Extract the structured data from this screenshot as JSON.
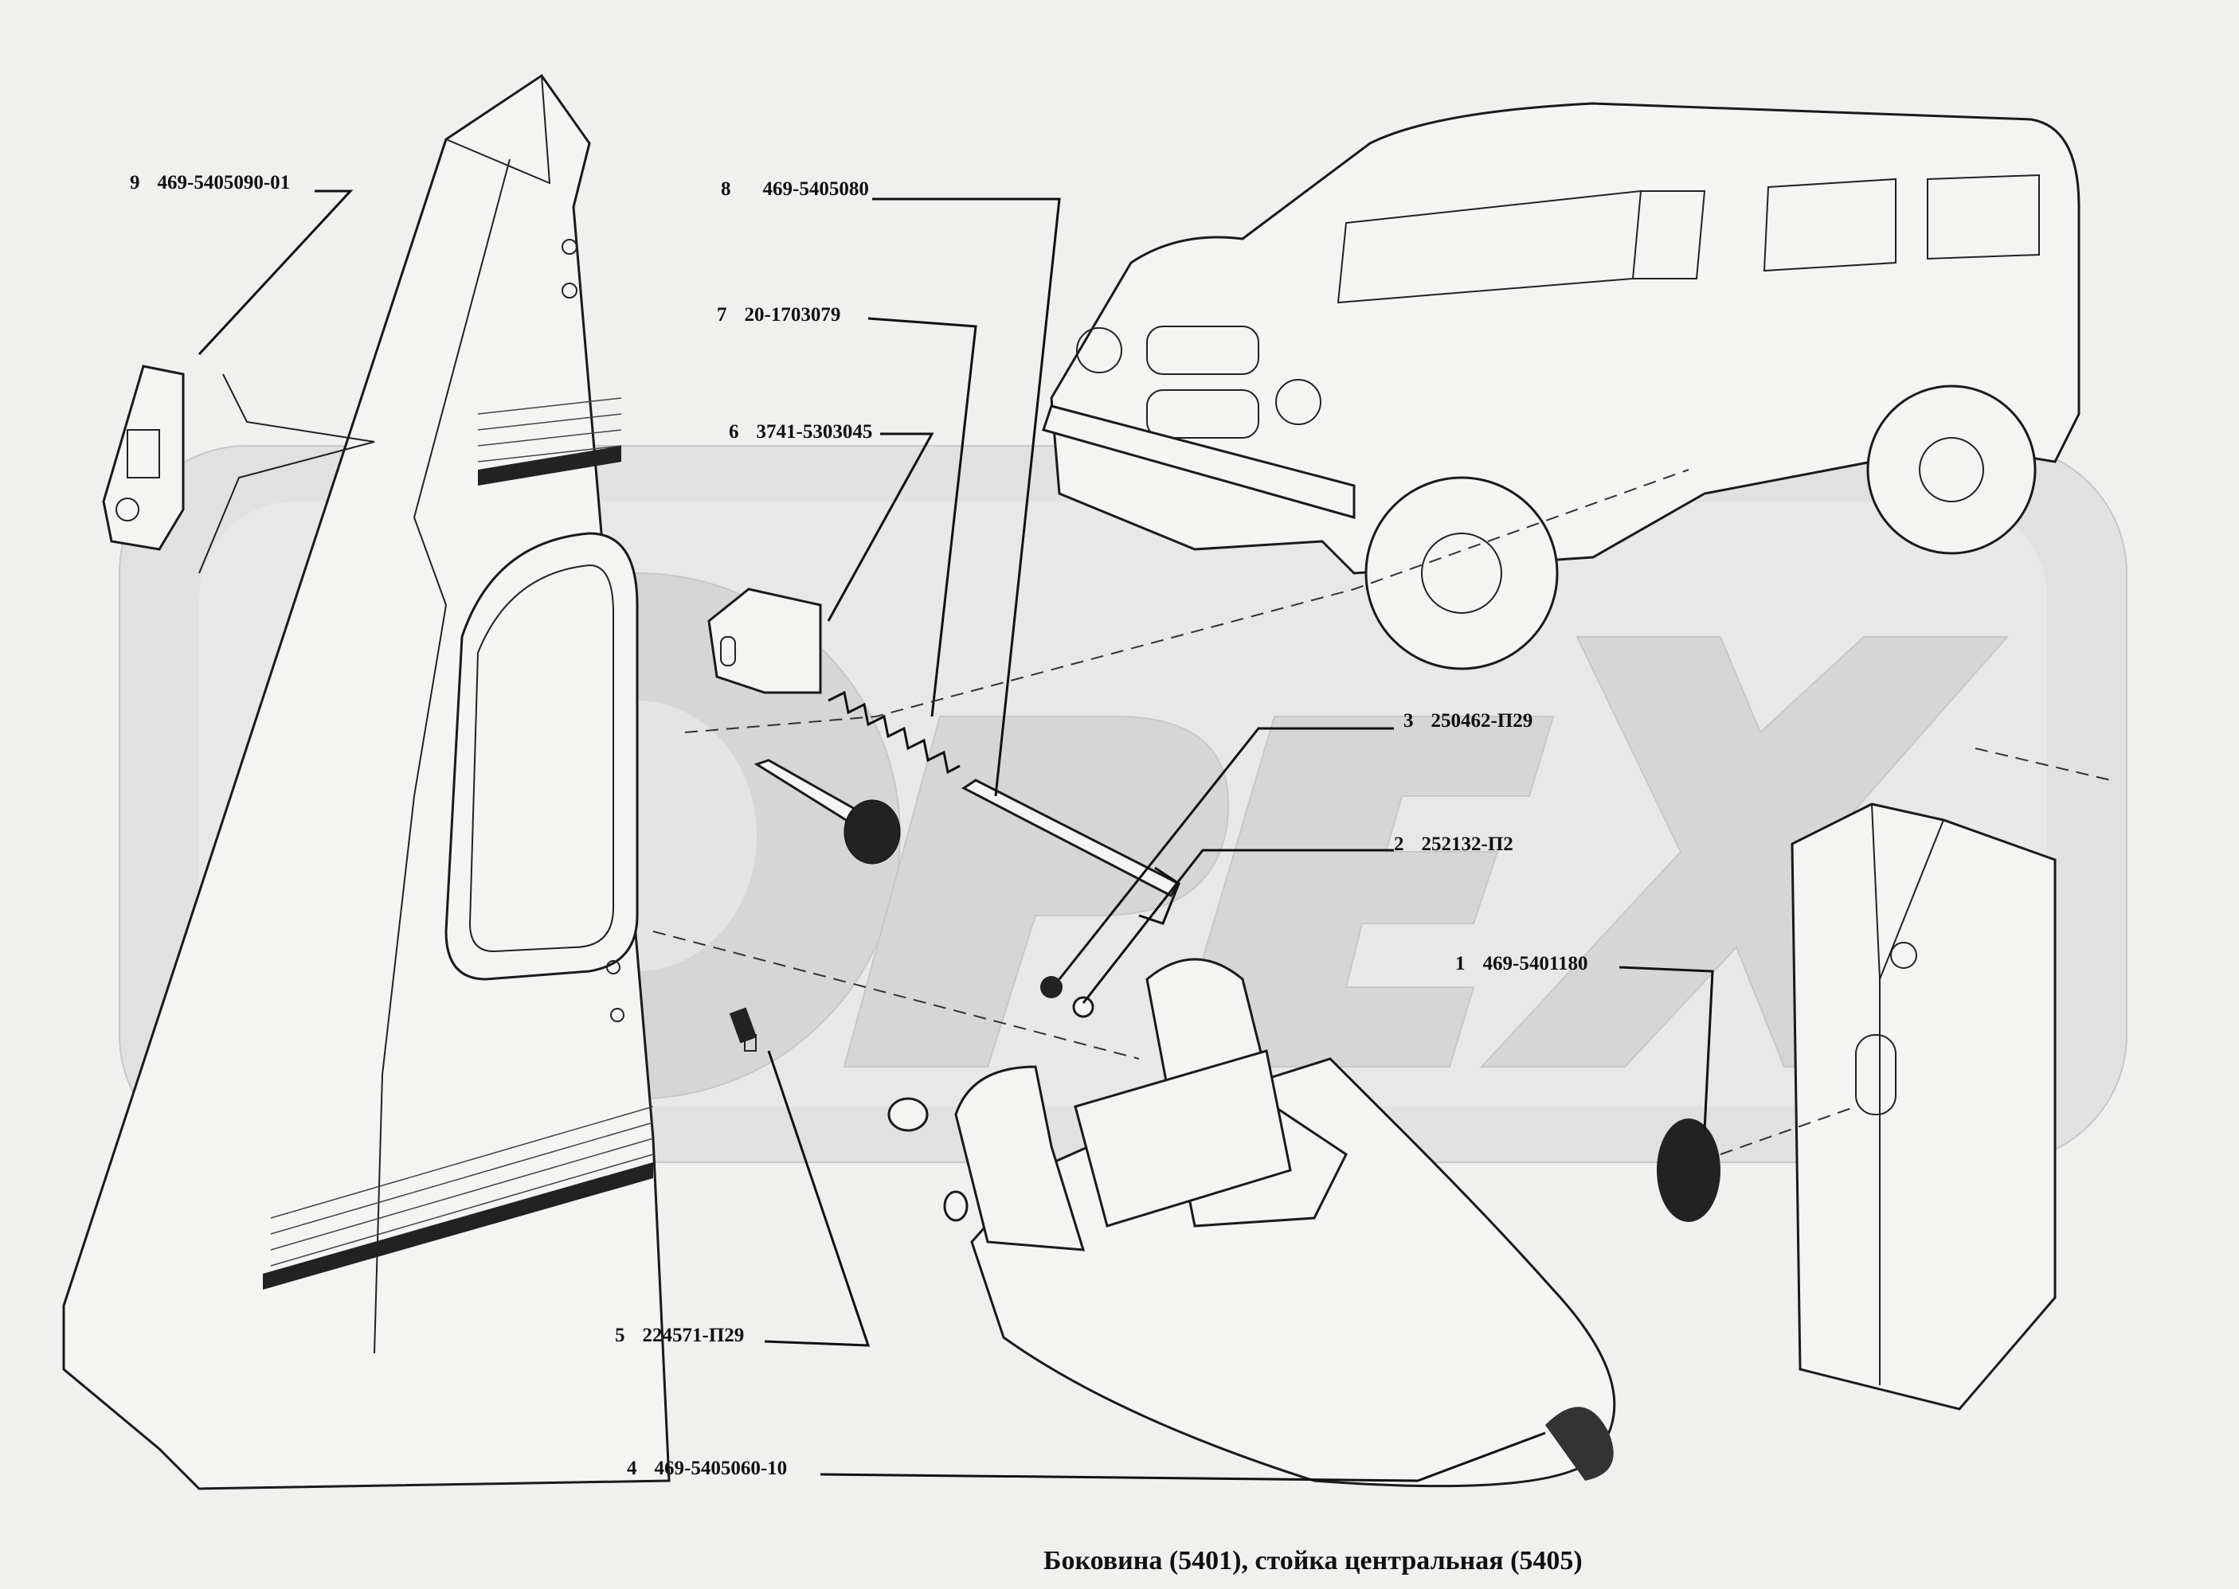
{
  "title": "Боковина (5401), стойка центральная (5405)",
  "watermark": "OPEX",
  "callouts": [
    {
      "num": "1",
      "part": "469-5401180"
    },
    {
      "num": "2",
      "part": "252132-П2"
    },
    {
      "num": "3",
      "part": "250462-П29"
    },
    {
      "num": "4",
      "part": "469-5405060-10"
    },
    {
      "num": "5",
      "part": "224571-П29"
    },
    {
      "num": "6",
      "part": "3741-5303045"
    },
    {
      "num": "7",
      "part": "20-1703079"
    },
    {
      "num": "8",
      "part": "469-5405080"
    },
    {
      "num": "9",
      "part": "469-5405090-01"
    }
  ],
  "colors": {
    "background": "#f0f0ef",
    "line": "#111111",
    "watermark": "#d6d6d6"
  }
}
